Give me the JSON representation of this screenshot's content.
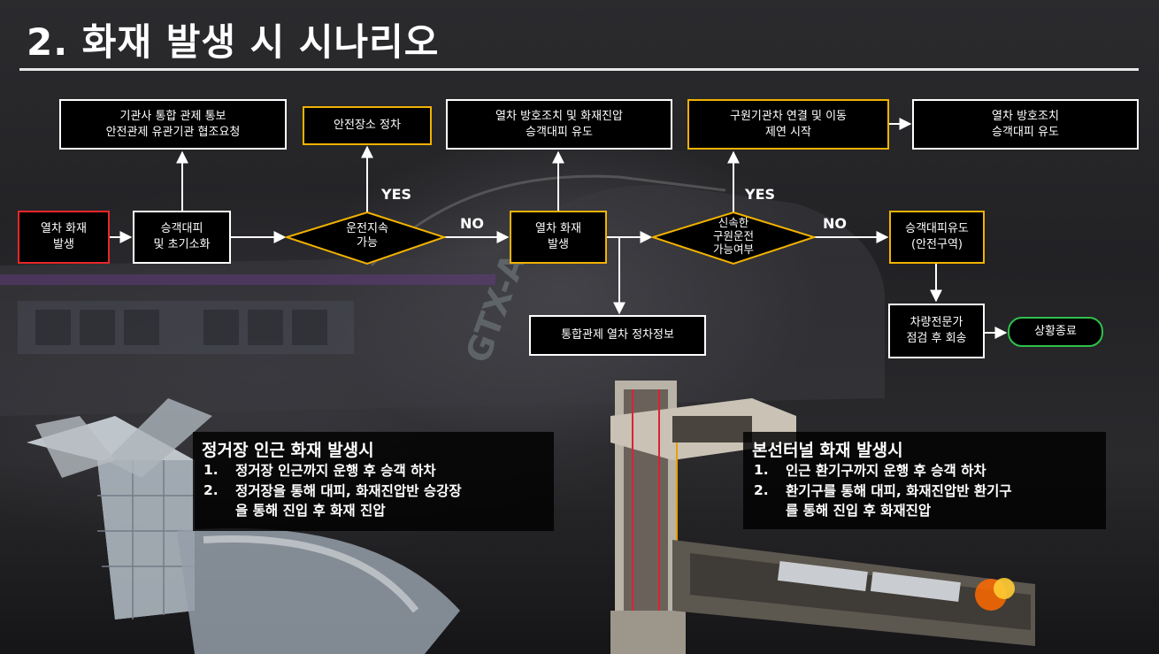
{
  "slide": {
    "title": "2. 화재 발생 시 시나리오"
  },
  "flow": {
    "start": [
      "열차 화재",
      "발생"
    ],
    "evacuate": [
      "승객대피",
      "및 초기소화"
    ],
    "notify": [
      "기관사 통합 관제 통보",
      "안전관제 유관기관 협조요청"
    ],
    "decision1": [
      "운전지속",
      "가능"
    ],
    "safe_stop": "안전장소 정차",
    "fire2": [
      "열차 화재",
      "발생"
    ],
    "protect1": [
      "열차 방호조치 및 화재진압",
      "승객대피 유도"
    ],
    "info": "통합관제 열차 정차정보",
    "decision2": [
      "신속한",
      "구원운전",
      "가능여부"
    ],
    "rescue": [
      "구원기관차 연결 및 이동",
      "제연 시작"
    ],
    "protect2": [
      "열차 방호조치",
      "승객대피 유도"
    ],
    "guide": [
      "승객대피유도",
      "(안전구역)"
    ],
    "inspect": [
      "차량전문가",
      "점검 후 회송"
    ],
    "end": "상황종료",
    "yes1": "YES",
    "no1": "NO",
    "yes2": "YES",
    "no2": "NO"
  },
  "panels": {
    "station": {
      "heading": "정거장 인근 화재 발생시",
      "items": [
        {
          "num": "1.",
          "text": "정거장 인근까지 운행 후 승객 하차"
        },
        {
          "num": "2.",
          "text": "정거장을 통해 대피, 화재진압반 승강장",
          "cont": "을 통해 진입 후 화재 진압"
        }
      ]
    },
    "tunnel": {
      "heading": "본선터널 화재 발생시",
      "items": [
        {
          "num": "1.",
          "text": "인근 환기구까지 운행 후 승객 하차"
        },
        {
          "num": "2.",
          "text": "환기구를 통해 대피, 화재진압반 환기구",
          "cont": "를 통해 진입 후 화재진압"
        }
      ]
    }
  },
  "colors": {
    "red_border": "#e8262a",
    "yellow_border": "#f2b200",
    "green_border": "#2fc14b",
    "box_fill": "#000000",
    "arrow": "#ffffff"
  }
}
